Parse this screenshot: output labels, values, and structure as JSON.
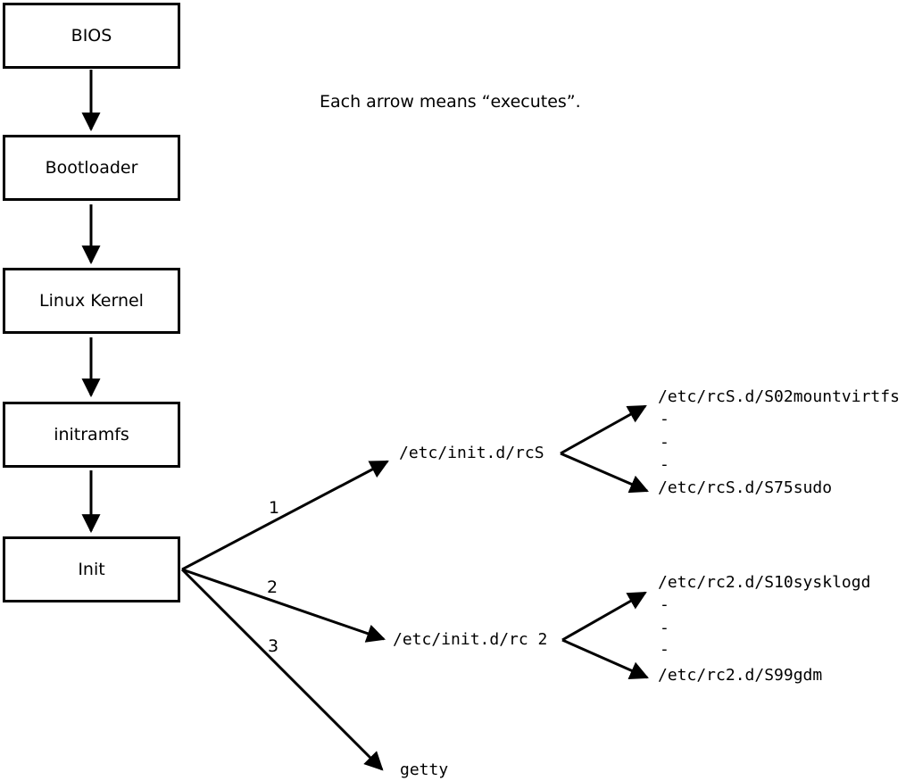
{
  "note": "Each arrow means “executes”.",
  "boot_chain": [
    {
      "label": "BIOS"
    },
    {
      "label": "Bootloader"
    },
    {
      "label": "Linux Kernel"
    },
    {
      "label": "initramfs"
    },
    {
      "label": "Init"
    }
  ],
  "init_branches": [
    {
      "order": "1",
      "target": "/etc/init.d/rcS",
      "children": [
        "/etc/rcS.d/S02mountvirtfs",
        "-",
        "-",
        "-",
        "/etc/rcS.d/S75sudo"
      ]
    },
    {
      "order": "2",
      "target": "/etc/init.d/rc 2",
      "children": [
        "/etc/rc2.d/S10sysklogd",
        "-",
        "-",
        "-",
        "/etc/rc2.d/S99gdm"
      ]
    },
    {
      "order": "3",
      "target": "getty",
      "children": []
    }
  ],
  "colors": {
    "line": "#000000",
    "background": "#ffffff"
  }
}
